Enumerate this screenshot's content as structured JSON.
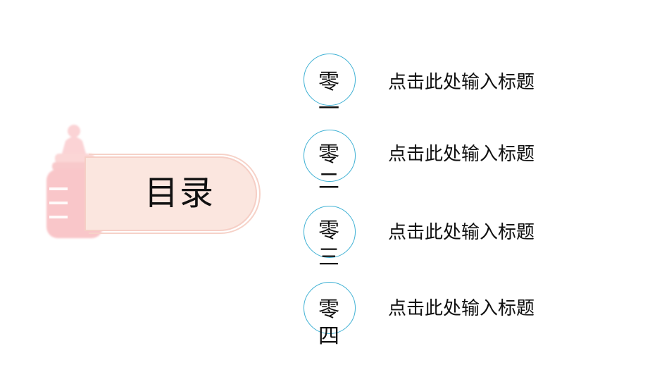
{
  "menu": {
    "title": "目录",
    "items": [
      {
        "number": "零一",
        "title": "点击此处输入标题"
      },
      {
        "number": "零二",
        "title": "点击此处输入标题"
      },
      {
        "number": "零三",
        "title": "点击此处输入标题"
      },
      {
        "number": "零四",
        "title": "点击此处输入标题"
      }
    ]
  },
  "colors": {
    "pill_fill": "#fbe6df",
    "bottle_pink": "#f9c9cc",
    "circle_outline": "#3fb1d4",
    "text": "#111111"
  },
  "icons": [
    "baby-bottle-icon"
  ]
}
